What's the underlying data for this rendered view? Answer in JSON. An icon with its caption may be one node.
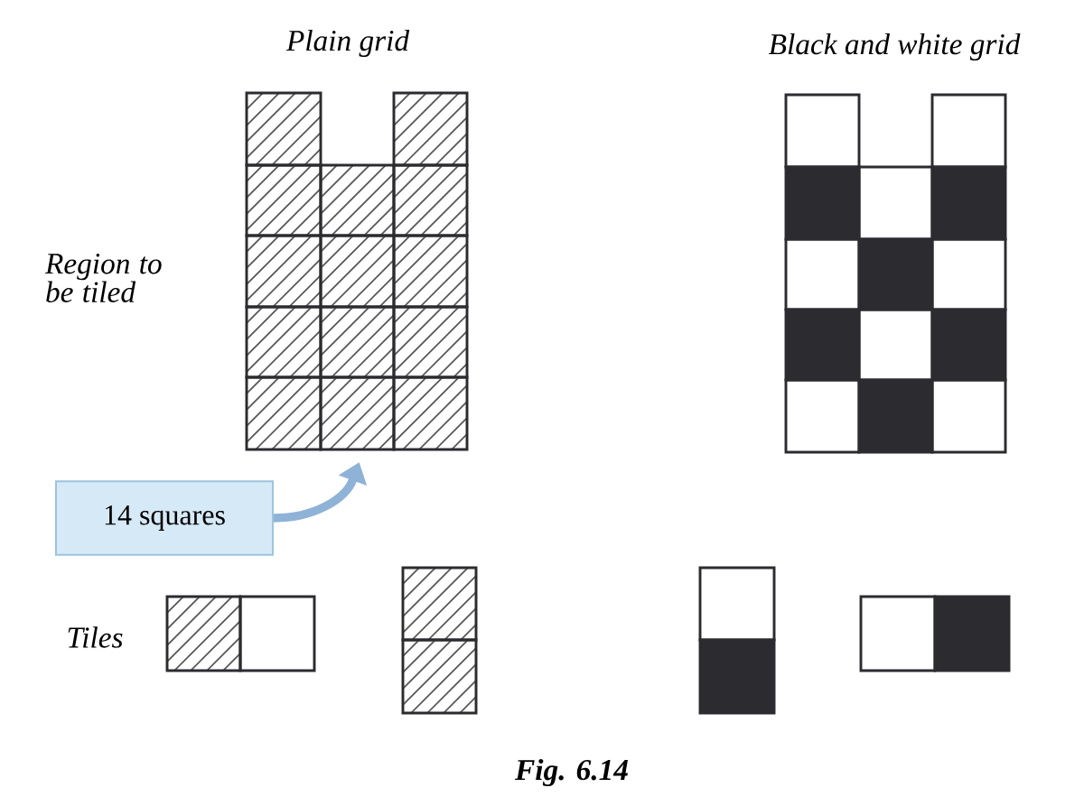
{
  "diagram": {
    "caption": "Fig. 6.14",
    "nodes": [
      {
        "text": [
          "14 squares"
        ]
      },
      {
        "text": [],
        "shape": "box"
      }
    ],
    "edges": [
      {
        "from": 0,
        "to": 1,
        "arrow": "to",
        "color": "#8fb3d6"
      }
    ],
    "labels": [
      "Plain grid",
      "Black and white grid",
      "Region to be tiled",
      "Tiles"
    ]
  }
}
